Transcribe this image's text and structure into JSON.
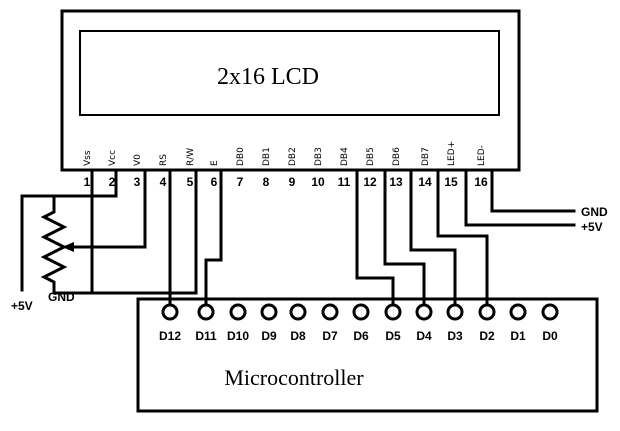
{
  "lcd": {
    "title": "2x16 LCD",
    "pins": [
      {
        "num": "1",
        "label": "Vss"
      },
      {
        "num": "2",
        "label": "Vcc"
      },
      {
        "num": "3",
        "label": "V0"
      },
      {
        "num": "4",
        "label": "RS"
      },
      {
        "num": "5",
        "label": "R/W"
      },
      {
        "num": "6",
        "label": "E"
      },
      {
        "num": "7",
        "label": "DB0"
      },
      {
        "num": "8",
        "label": "DB1"
      },
      {
        "num": "9",
        "label": "DB2"
      },
      {
        "num": "10",
        "label": "DB3"
      },
      {
        "num": "11",
        "label": "DB4"
      },
      {
        "num": "12",
        "label": "DB5"
      },
      {
        "num": "13",
        "label": "DB6"
      },
      {
        "num": "14",
        "label": "DB7"
      },
      {
        "num": "15",
        "label": "LED+"
      },
      {
        "num": "16",
        "label": "LED-"
      }
    ]
  },
  "microcontroller": {
    "title": "Microcontroller",
    "ports": [
      "D12",
      "D11",
      "D10",
      "D9",
      "D8",
      "D7",
      "D6",
      "D5",
      "D4",
      "D3",
      "D2",
      "D1",
      "D0"
    ]
  },
  "power": {
    "gnd_right": "GND",
    "vcc_right": "+5V",
    "vcc_left": "+5V",
    "gnd_left": "GND"
  }
}
